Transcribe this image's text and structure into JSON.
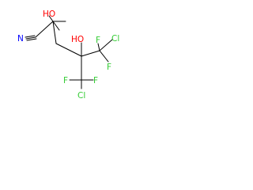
{
  "molecule": {
    "atoms": [
      {
        "id": "N",
        "label": "N",
        "color": "#0000ff"
      },
      {
        "id": "O1",
        "label": "HO",
        "color": "#ff0000"
      },
      {
        "id": "O2",
        "label": "HO",
        "color": "#ff0000"
      },
      {
        "id": "F1",
        "label": "F",
        "color": "#33cc33"
      },
      {
        "id": "F2",
        "label": "F",
        "color": "#33cc33"
      },
      {
        "id": "Cl1",
        "label": "Cl",
        "color": "#33cc33"
      },
      {
        "id": "F3",
        "label": "F",
        "color": "#33cc33"
      },
      {
        "id": "F4",
        "label": "F",
        "color": "#33cc33"
      },
      {
        "id": "Cl2",
        "label": "Cl",
        "color": "#33cc33"
      }
    ],
    "bond_color": "#000000"
  }
}
